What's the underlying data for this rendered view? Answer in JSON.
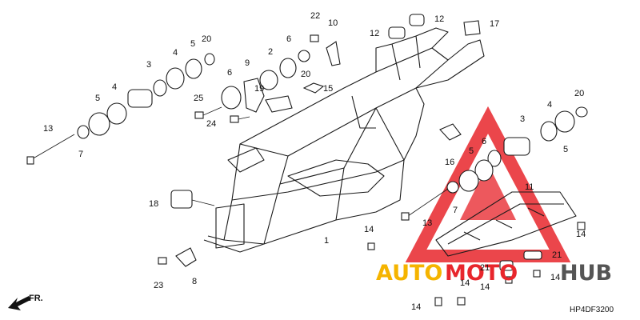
{
  "diagram": {
    "code": "HP4DF3200",
    "direction_label": "FR.",
    "watermark": {
      "text_a": "AUTO",
      "text_b": "MOTO",
      "text_c": "HUB",
      "color_a": "#f5b400",
      "color_b": "#e8262c",
      "color_c": "#555555"
    },
    "callouts": [
      {
        "id": "c1",
        "text": "1"
      },
      {
        "id": "c2a",
        "text": "2"
      },
      {
        "id": "c3a",
        "text": "3"
      },
      {
        "id": "c3b",
        "text": "3"
      },
      {
        "id": "c4a",
        "text": "4"
      },
      {
        "id": "c4b",
        "text": "4"
      },
      {
        "id": "c4c",
        "text": "4"
      },
      {
        "id": "c5a",
        "text": "5"
      },
      {
        "id": "c5b",
        "text": "5"
      },
      {
        "id": "c5c",
        "text": "5"
      },
      {
        "id": "c5d",
        "text": "5"
      },
      {
        "id": "c6a",
        "text": "6"
      },
      {
        "id": "c6b",
        "text": "6"
      },
      {
        "id": "c6c",
        "text": "6"
      },
      {
        "id": "c7a",
        "text": "7"
      },
      {
        "id": "c7b",
        "text": "7"
      },
      {
        "id": "c8",
        "text": "8"
      },
      {
        "id": "c9",
        "text": "9"
      },
      {
        "id": "c10",
        "text": "10"
      },
      {
        "id": "c11",
        "text": "11"
      },
      {
        "id": "c12a",
        "text": "12"
      },
      {
        "id": "c12b",
        "text": "12"
      },
      {
        "id": "c13a",
        "text": "13"
      },
      {
        "id": "c13b",
        "text": "13"
      },
      {
        "id": "c14a",
        "text": "14"
      },
      {
        "id": "c14b",
        "text": "14"
      },
      {
        "id": "c14c",
        "text": "14"
      },
      {
        "id": "c14d",
        "text": "14"
      },
      {
        "id": "c14e",
        "text": "14"
      },
      {
        "id": "c14f",
        "text": "14"
      },
      {
        "id": "c15",
        "text": "15"
      },
      {
        "id": "c16",
        "text": "16"
      },
      {
        "id": "c17",
        "text": "17"
      },
      {
        "id": "c18",
        "text": "18"
      },
      {
        "id": "c19",
        "text": "19"
      },
      {
        "id": "c20a",
        "text": "20"
      },
      {
        "id": "c20b",
        "text": "20"
      },
      {
        "id": "c20c",
        "text": "20"
      },
      {
        "id": "c21a",
        "text": "21"
      },
      {
        "id": "c21b",
        "text": "21"
      },
      {
        "id": "c22",
        "text": "22"
      },
      {
        "id": "c23",
        "text": "23"
      },
      {
        "id": "c24",
        "text": "24"
      },
      {
        "id": "c25",
        "text": "25"
      }
    ]
  }
}
